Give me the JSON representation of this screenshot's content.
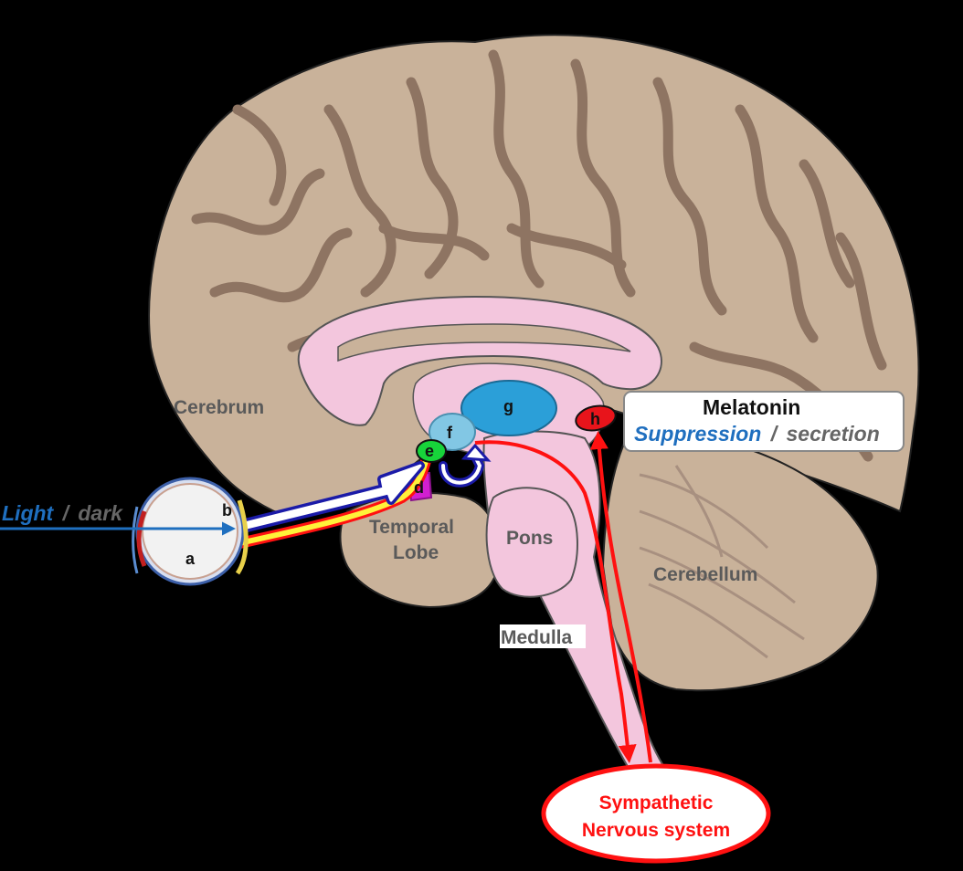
{
  "regions": {
    "cerebrum": "Cerebrum",
    "temporal_line1": "Temporal",
    "temporal_line2": "Lobe",
    "pons": "Pons",
    "cerebellum": "Cerebellum",
    "medulla": "Medulla"
  },
  "markers": {
    "a": "a",
    "b": "b",
    "d": "d",
    "e": "e",
    "f": "f",
    "g": "g",
    "h": "h"
  },
  "light_label": {
    "light": "Light",
    "separator": "/",
    "dark": "dark"
  },
  "melatonin_box": {
    "title": "Melatonin",
    "suppression": "Suppression",
    "separator": "/",
    "secretion": "secretion"
  },
  "sympathetic": {
    "line1": "Sympathetic",
    "line2": "Nervous system"
  },
  "colors": {
    "brain": "#c9b29a",
    "sulci": "#8e7462",
    "inner": "#f3c6dd",
    "light_blue": "#1f6fbf",
    "red_path": "#ff1111",
    "pineal": "#e8141b",
    "scn": "#17d43a",
    "gland_g": "#2b9fd8",
    "gland_f": "#82c7e4",
    "gland_d": "#d21fd0"
  }
}
